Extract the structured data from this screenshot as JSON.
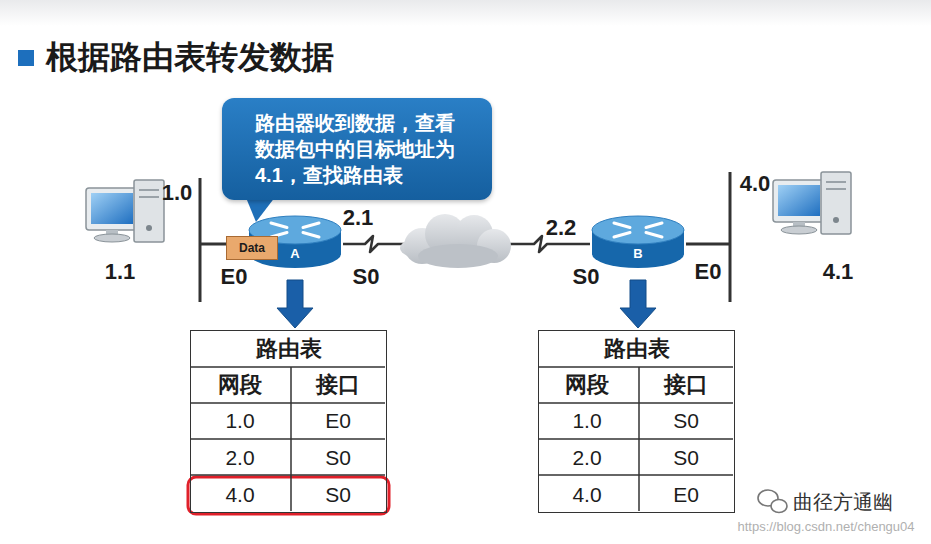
{
  "diagram": {
    "title": "根据路由表转发数据",
    "nodes": [
      {
        "text": [
          "路由器收到数据，查看数据包中的目标地址为4.1，查找路由表"
        ]
      },
      {
        "text": [
          "Data"
        ]
      },
      {
        "text": [
          "A"
        ]
      },
      {
        "text": [
          "B"
        ]
      },
      {
        "text": [
          "路由表"
        ]
      },
      {
        "text": [
          "路由表"
        ]
      }
    ],
    "edges": [
      {
        "from": 2,
        "to": 3,
        "arrow": "none"
      },
      {
        "from": 2,
        "to": 4,
        "arrow": "to"
      },
      {
        "from": 3,
        "to": 5,
        "arrow": "to"
      }
    ],
    "labels": [
      "1.0",
      "1.1",
      "E0",
      "2.1",
      "S0",
      "2.2",
      "S0",
      "E0",
      "4.0",
      "4.1",
      "网段",
      "接口",
      "1.0",
      "E0",
      "2.0",
      "S0",
      "4.0",
      "S0",
      "网段",
      "接口",
      "1.0",
      "S0",
      "2.0",
      "S0",
      "4.0",
      "E0",
      "曲径方通幽",
      "https://blog.csdn.net/chengu04"
    ]
  }
}
